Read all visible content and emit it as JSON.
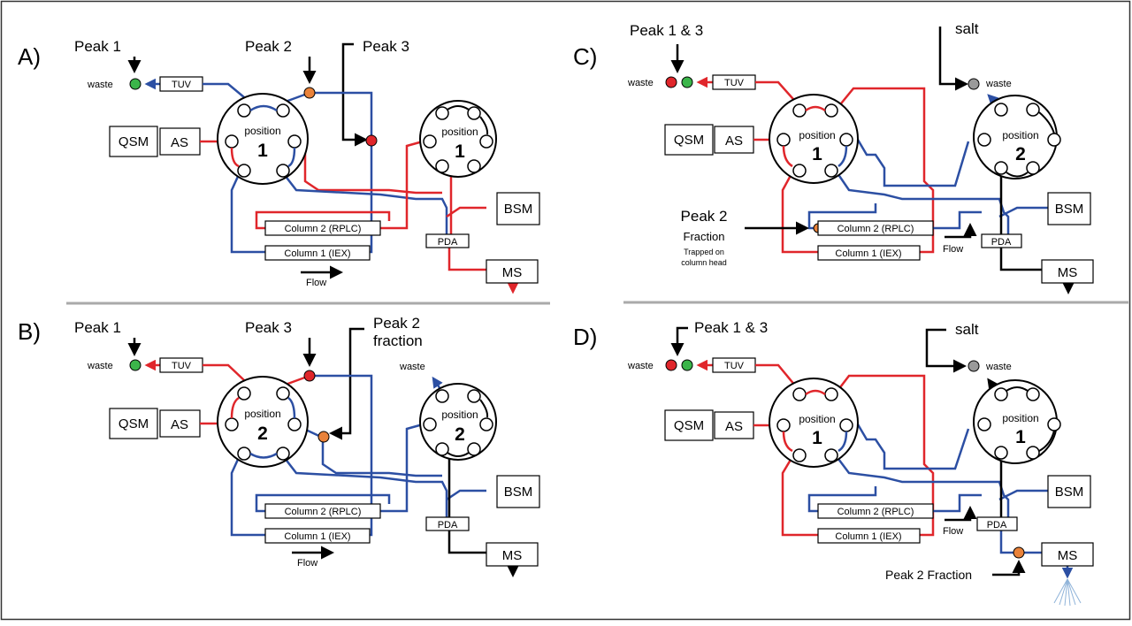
{
  "colors": {
    "red": "#e0262b",
    "blue": "#2c4fa3",
    "black": "#000000",
    "green": "#3bb54a",
    "orange": "#e9823a",
    "gray": "#9a9a9a",
    "border": "#333333"
  },
  "panels": [
    {
      "id": "A",
      "letter": "A)",
      "peaks": [
        "Peak 1",
        "Peak 2",
        "Peak 3"
      ],
      "waste_label": "waste",
      "detector_label": "TUV",
      "pump_label": "QSM",
      "sampler_label": "AS",
      "valve1": {
        "position_label": "position",
        "number": "1"
      },
      "valve2": {
        "position_label": "position",
        "number": "1"
      },
      "bsm_label": "BSM",
      "pda_label": "PDA",
      "ms_label": "MS",
      "column2_label": "Column 2 (RPLC)",
      "column1_label": "Column 1 (IEX)",
      "flow_label": "Flow"
    },
    {
      "id": "B",
      "letter": "B)",
      "peaks": [
        "Peak 1",
        "Peak 3",
        "Peak 2",
        "fraction"
      ],
      "waste_label": "waste",
      "waste2_label": "waste",
      "detector_label": "TUV",
      "pump_label": "QSM",
      "sampler_label": "AS",
      "valve1": {
        "position_label": "position",
        "number": "2"
      },
      "valve2": {
        "position_label": "position",
        "number": "2"
      },
      "bsm_label": "BSM",
      "pda_label": "PDA",
      "ms_label": "MS",
      "column2_label": "Column 2 (RPLC)",
      "column1_label": "Column 1 (IEX)",
      "flow_label": "Flow"
    },
    {
      "id": "C",
      "letter": "C)",
      "peaks": [
        "Peak 1 & 3",
        "salt"
      ],
      "waste_label": "waste",
      "waste2_label": "waste",
      "detector_label": "TUV",
      "pump_label": "QSM",
      "sampler_label": "AS",
      "valve1": {
        "position_label": "position",
        "number": "1"
      },
      "valve2": {
        "position_label": "position",
        "number": "2"
      },
      "bsm_label": "BSM",
      "pda_label": "PDA",
      "ms_label": "MS",
      "column2_label": "Column 2 (RPLC)",
      "column1_label": "Column 1 (IEX)",
      "flow_label": "Flow",
      "fraction_title": "Peak 2",
      "fraction_sub": "Fraction",
      "trapped_1": "Trapped on",
      "trapped_2": "column head"
    },
    {
      "id": "D",
      "letter": "D)",
      "peaks": [
        "Peak 1 & 3",
        "salt"
      ],
      "waste_label": "waste",
      "waste2_label": "waste",
      "detector_label": "TUV",
      "pump_label": "QSM",
      "sampler_label": "AS",
      "valve1": {
        "position_label": "position",
        "number": "1"
      },
      "valve2": {
        "position_label": "position",
        "number": "1"
      },
      "bsm_label": "BSM",
      "pda_label": "PDA",
      "ms_label": "MS",
      "column2_label": "Column 2 (RPLC)",
      "column1_label": "Column 1 (IEX)",
      "flow_label": "Flow",
      "fraction_label": "Peak 2 Fraction"
    }
  ]
}
